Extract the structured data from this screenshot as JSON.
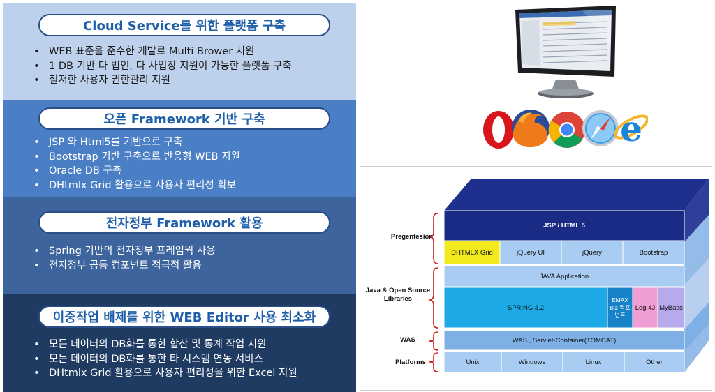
{
  "sections": [
    {
      "title": "Cloud Service를 위한 플랫폼 구축",
      "bullets": [
        "WEB 표준을  준수한 개발로 Multi Brower 지원",
        "1 DB 기반 다 법인, 다 사업장 지원이 가능한 플랫폼 구축",
        "철저한 사용자 권한관리 지원"
      ]
    },
    {
      "title": "오픈 Framework 기반 구축",
      "bullets": [
        "JSP 와 Html5를 기반으로 구축",
        "Bootstrap 기반 구축으로 반응형 WEB 지원",
        "Oracle DB 구축",
        "DHtmlx Grid 활용으로 사용자 편리성 확보"
      ]
    },
    {
      "title": "전자정부 Framework 활용",
      "bullets": [
        "Spring 기반의 전자정부 프레임웍 사용",
        "전자정부 공통 컴포넌트 적극적 활용"
      ]
    },
    {
      "title": "이중작업 배제를 위한 WEB Editor 사용 최소화",
      "bullets": [
        "모든 데이터의 DB화를 통한 합산 및 통계 작업 지원",
        "모든 데이터의 DB화를 통한 타 시스템 연동 서비스",
        "DHtmlx Grid 활용으로 사용자 편리성을 위한 Excel 지원"
      ]
    }
  ],
  "architecture": {
    "side_labels": {
      "presentation": "Pregentesion",
      "java": "Java & Open Source Libraries",
      "was": "WAS",
      "platforms": "Platforms"
    },
    "jsp_html5": "JSP / HTML 5",
    "ui_libs": [
      "DHTMLX Grid",
      "jQuery UI",
      "jQuery",
      "Bootstrap"
    ],
    "java_application": "JAVA Application",
    "spring": "SPRING 3.2",
    "emax": "EMAX Biz 컴포넌트",
    "log4j": "Log 4J",
    "mybatis": "MyBatis",
    "was_container": "WAS , Servlet-Container(TOMCAT)",
    "platforms": [
      "Unix",
      "Windows",
      "Linux",
      "Other"
    ]
  },
  "colors": {
    "panel1": "#bdd1ec",
    "panel2": "#4a7fc5",
    "panel3": "#3d649c",
    "panel4": "#1f3b62",
    "pill_text": "#1f5fa8",
    "jsp_layer": "#1a2b86",
    "lib_layer": "#a9cdf2",
    "dhtmlx": "#f2ea1c",
    "spring": "#1da9e5",
    "log4j": "#ef9dd2",
    "mybatis": "#b8a8ec"
  }
}
